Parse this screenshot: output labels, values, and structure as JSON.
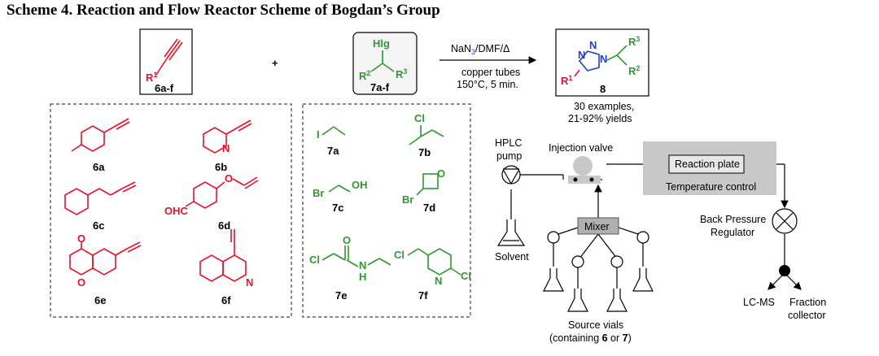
{
  "title": "Scheme 4. Reaction and Flow Reactor Scheme of Bogdan’s Group",
  "reactants": {
    "alkyne": {
      "r": "R",
      "r_sup": "1",
      "label": "6a-f"
    },
    "halide": {
      "hlg": "Hlg",
      "r2": "R",
      "r2_sup": "2",
      "r3": "R",
      "r3_sup": "3",
      "label": "7a-f"
    },
    "plus": "+"
  },
  "conditions": {
    "reagent_pre": "NaN",
    "reagent_sub": "3",
    "reagent_post": "/DMF/Δ",
    "line2": "copper tubes",
    "line3": "150°C, 5 min."
  },
  "product": {
    "label": "8",
    "n1": "N",
    "n2": "N",
    "n3": "N",
    "r1": "R",
    "r1_sup": "1",
    "r2": "R",
    "r2_sup": "2",
    "r3": "R",
    "r3_sup": "3"
  },
  "yield": {
    "line1": "30 examples,",
    "line2": "21-92% yields"
  },
  "alkynes": [
    {
      "label": "6a"
    },
    {
      "label": "6b",
      "atom": "N"
    },
    {
      "label": "6c"
    },
    {
      "label": "6d",
      "atom_o": "O",
      "atom_cho": "OHC"
    },
    {
      "label": "6e",
      "atom_o1": "O",
      "atom_o2": "O"
    },
    {
      "label": "6f",
      "atom": "N"
    }
  ],
  "halides": [
    {
      "label": "7a",
      "atom": "I"
    },
    {
      "label": "7b",
      "atom": "Cl"
    },
    {
      "label": "7c",
      "atom_br": "Br",
      "atom_oh": "OH"
    },
    {
      "label": "7d",
      "atom_br": "Br",
      "atom_o": "O"
    },
    {
      "label": "7e",
      "atom_cl": "Cl",
      "atom_o": "O",
      "atom_n": "N",
      "atom_h": "H"
    },
    {
      "label": "7f",
      "atom_cl1": "Cl",
      "atom_n": "N",
      "atom_cl2": "Cl"
    }
  ],
  "flow": {
    "pump": "HPLC\npump",
    "injection": "Injection valve",
    "reaction_plate": "Reaction plate",
    "temperature": "Temperature control",
    "solvent": "Solvent",
    "mixer": "Mixer",
    "bpr": "Back Pressure\nRegulator",
    "lcms": "LC-MS",
    "fraction": "Fraction\ncollector",
    "source_line1": "Source vials",
    "source_line2_pre": "(containing ",
    "source_bold1": "6",
    "source_or": " or ",
    "source_bold2": "7",
    "source_close": ")"
  },
  "colors": {
    "alkyne_red": "#e8102a",
    "halide_green": "#2e9a2e",
    "triazole_blue": "#1f3fd6",
    "box_gray": "#c8c8c8"
  }
}
